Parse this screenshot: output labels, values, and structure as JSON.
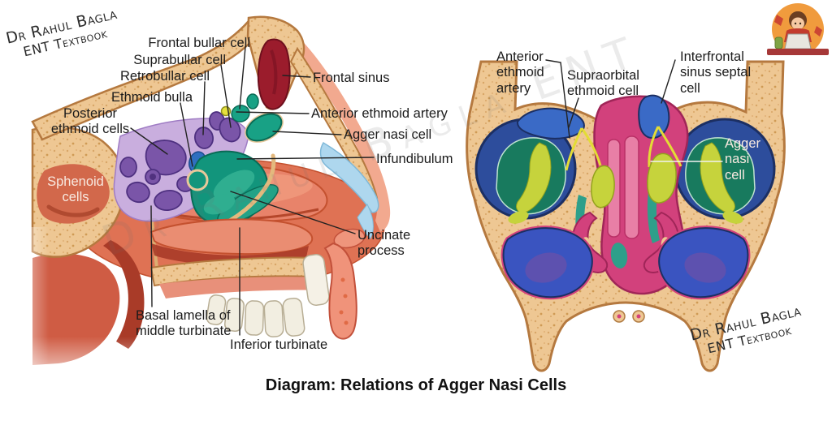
{
  "branding": {
    "author": "Dr Rahul Bagla",
    "book": "ENT Textbook"
  },
  "watermark": "Dr Rahul Bagla ENT",
  "caption": "Diagram: Relations of Agger Nasi Cells",
  "icons": {
    "logo": "author-cartoon-logo"
  },
  "left_figure": {
    "labels": {
      "frontal_bullar_cell": "Frontal bullar cell",
      "suprabullar_cell": "Suprabullar cell",
      "retrobullar_cell": "Retrobullar cell",
      "ethmoid_bulla": "Ethmoid bulla",
      "posterior_ethmoid_cells": "Posterior ethmoid cells",
      "sphenoid_cells": "Sphenoid cells",
      "frontal_sinus": "Frontal sinus",
      "anterior_ethmoid_artery": "Anterior ethmoid artery",
      "agger_nasi_cell": "Agger nasi cell",
      "infundibulum": "Infundibulum",
      "uncinate_process": "Uncinate process",
      "basal_lamella": "Basal lamella of middle turbinate",
      "inferior_turbinate": "Inferior turbinate"
    }
  },
  "right_figure": {
    "labels": {
      "anterior_ethmoid_artery": "Anterior ethmoid artery",
      "supraorbital_ethmoid_cell": "Supraorbital ethmoid cell",
      "interfrontal_sinus_septal_cell": "Interfrontal sinus septal cell",
      "agger_nasi_cell": "Agger nasi cell"
    }
  },
  "colors": {
    "bone": "#eec793",
    "bone_outline": "#b5793f",
    "frontal_sinus_red": "#9b1c2c",
    "ethmoid_teal": "#12957c",
    "ethmoid_purple": "#7a55a8",
    "mucosa_salmon": "#df7254",
    "infundibulum_blue": "#aed7ee",
    "orbit_blue": "#2d4d9c",
    "eye_green": "#187a5e",
    "agger_yellow_green": "#c6d33c",
    "turbinate_pink": "#d2417c",
    "maxillary_blue": "#3a54c0",
    "artery_yellow": "#e3dc35"
  }
}
